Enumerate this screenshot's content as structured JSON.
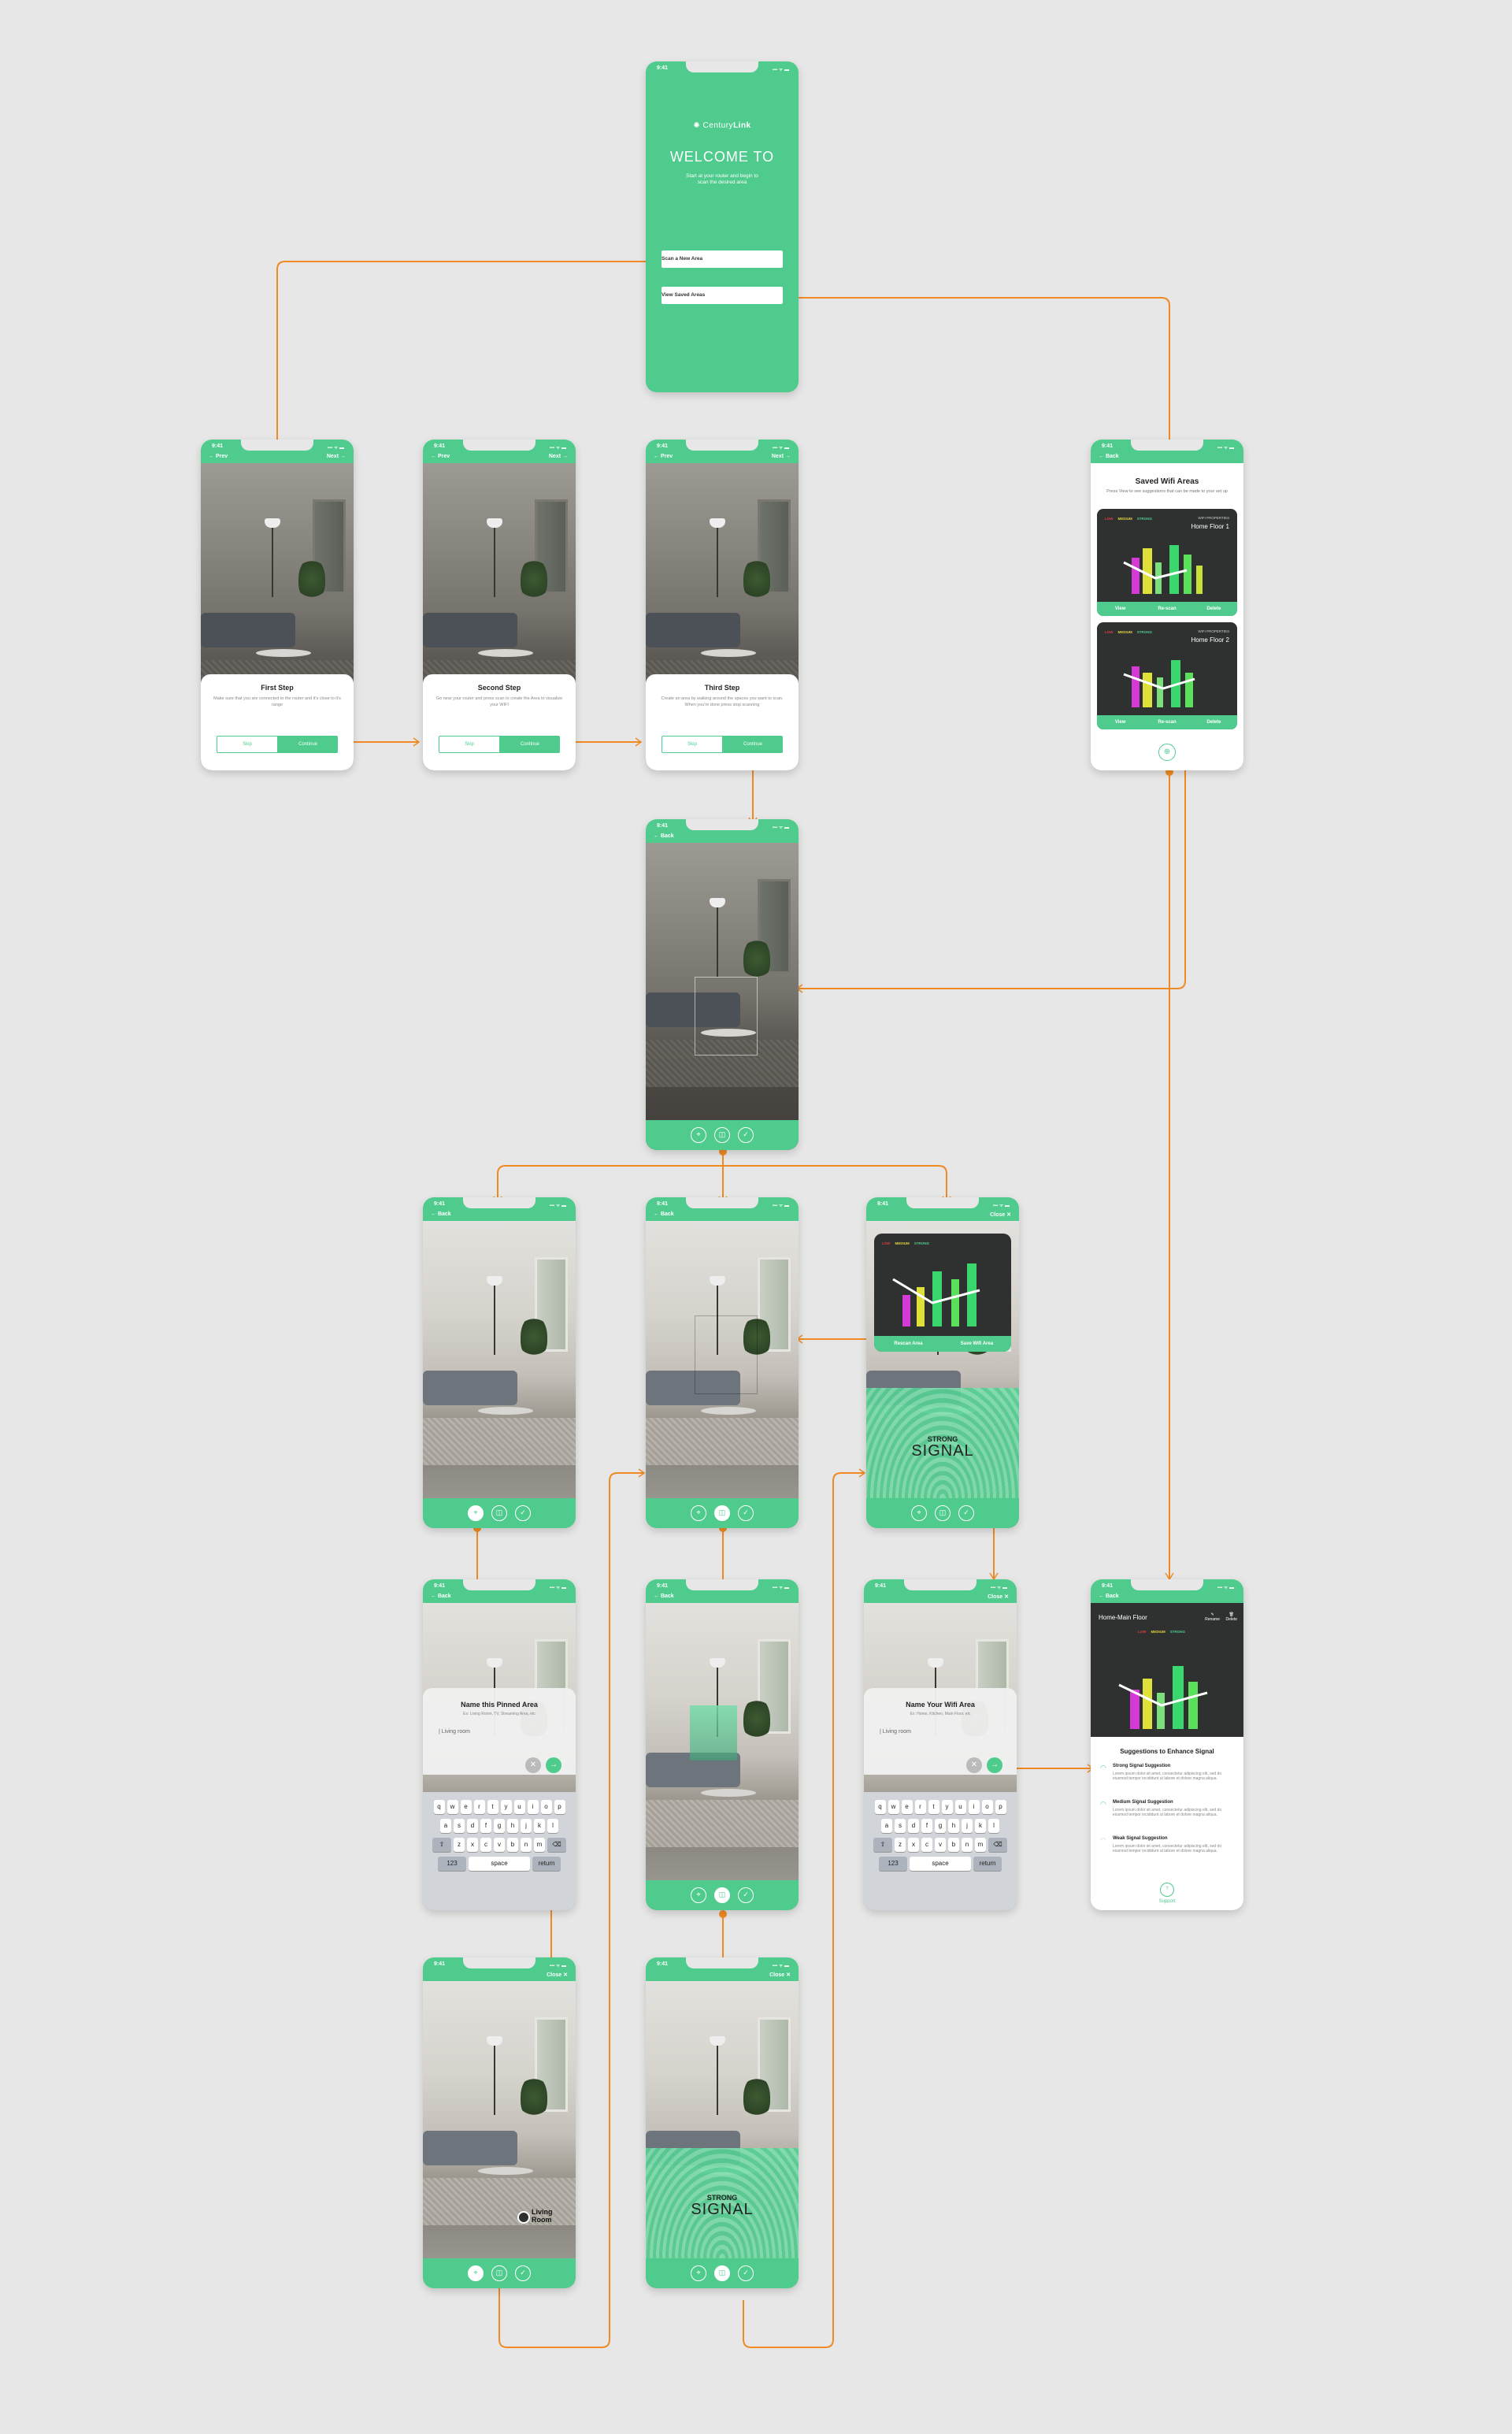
{
  "status": {
    "time": "9:41",
    "signal": "▪▪▪ ᯤ ▬"
  },
  "nav": {
    "prev": "Prev",
    "next": "Next",
    "back": "Back",
    "close": "Close"
  },
  "welcome": {
    "brand_light": "Century",
    "brand_bold": "Link",
    "title": "WELCOME TO",
    "subtitle": "Start at your router and begin to scan the desired area",
    "scan_button": "Scan a New Area",
    "view_button": "View Saved Areas"
  },
  "steps": [
    {
      "title": "First Step",
      "text": "Make sure that you are connected to the router and it's close to it's range",
      "skip": "Skip",
      "continue": "Continue"
    },
    {
      "title": "Second Step",
      "text": "Go near your router and press scan to create the Area to visualize your WIFI",
      "skip": "Skip",
      "continue": "Continue"
    },
    {
      "title": "Third Step",
      "text": "Create an area by walking around the spaces you want to scan. When you're done press stop scanning",
      "skip": "Skip",
      "continue": "Continue"
    }
  ],
  "saved": {
    "title": "Saved Wifi Areas",
    "subtitle": "Press View to see suggestions that can be made to your set up",
    "legend": [
      "LOW",
      "MEDIUM",
      "STRONG"
    ],
    "cards": [
      {
        "tag": "WIFI PROPERTIES",
        "name": "Home Floor 1",
        "view": "View",
        "rescan": "Re-scan",
        "delete": "Delete"
      },
      {
        "tag": "WIFI PROPERTIES",
        "name": "Home Floor 2",
        "view": "View",
        "rescan": "Re-scan",
        "delete": "Delete"
      }
    ]
  },
  "scan_popup": {
    "rescan": "Rescan Area",
    "save": "Save Wifi Area"
  },
  "signal": {
    "line1": "STRONG",
    "line2": "SIGNAL"
  },
  "name_pin": {
    "title": "Name this Pinned Area",
    "hint": "Ex: Living Room, TV, Streaming Area, etc",
    "value": "Living room"
  },
  "name_wifi": {
    "title": "Name Your Wifi Area",
    "hint": "Ex: Home, Kitchen, Main Floor, etc",
    "value": "Living room"
  },
  "keyboard": {
    "row1": [
      "q",
      "w",
      "e",
      "r",
      "t",
      "y",
      "u",
      "i",
      "o",
      "p"
    ],
    "row2": [
      "a",
      "s",
      "d",
      "f",
      "g",
      "h",
      "j",
      "k",
      "l"
    ],
    "row3": [
      "z",
      "x",
      "c",
      "v",
      "b",
      "n",
      "m"
    ],
    "num": "123",
    "space": "space",
    "return": "return"
  },
  "pin_label": {
    "line1": "Living",
    "line2": "Room"
  },
  "detail": {
    "area": "Home-Main Floor",
    "rename": "Rename",
    "delete": "Delete",
    "suggestions_title": "Suggestions to Enhance Signal",
    "suggestions": [
      {
        "title": "Strong Signal Suggestion",
        "text": "Lorem ipsum dolor sit amet, consectetur adipiscing elit, sed do eiusmod tempor incididunt ut labore et dolore magna aliqua."
      },
      {
        "title": "Medium Signal Suggestion",
        "text": "Lorem ipsum dolor sit amet, consectetur adipiscing elit, sed do eiusmod tempor incididunt ut labore et dolore magna aliqua."
      },
      {
        "title": "Weak Signal Suggestion",
        "text": "Lorem ipsum dolor sit amet, consectetur adipiscing elit, sed do eiusmod tempor incididunt ut labore et dolore magna aliqua."
      }
    ],
    "support": "Support"
  },
  "colors": {
    "brand": "#4ecb8d",
    "connector": "#f08a24",
    "background": "#e6e7e6",
    "card_dark": "#2f3131"
  },
  "icons": {
    "tab_pin": "pin-icon",
    "tab_scan": "scan-icon",
    "tab_done": "check-icon",
    "signal": "wifi-icon"
  }
}
